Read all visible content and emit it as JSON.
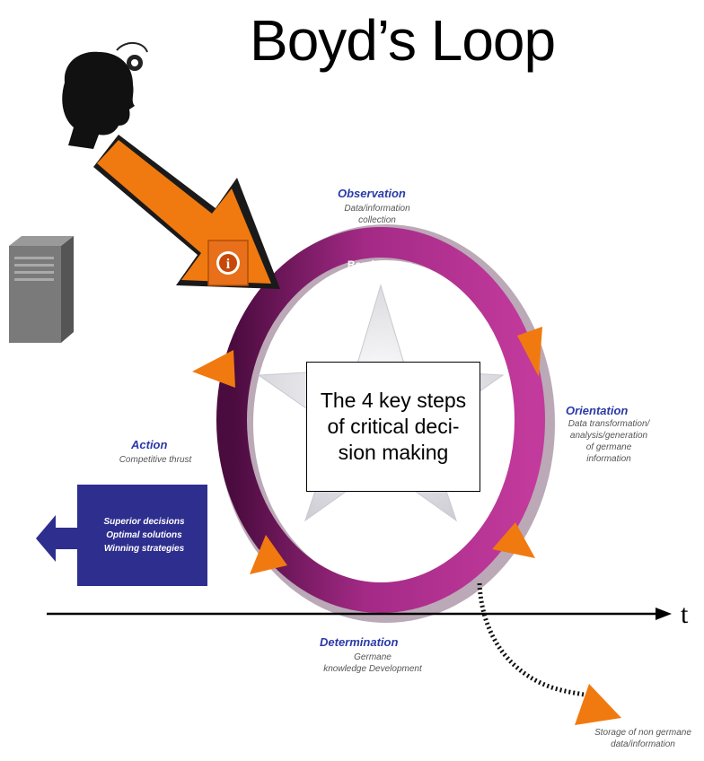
{
  "title": "Boyd’s Loop",
  "loop_label": "Boyd’s Loop",
  "center_text": "The 4 key steps of critical deci-sion making",
  "axis_label": "t",
  "steps": {
    "observation": {
      "heading": "Observation",
      "sub": [
        "Data/information",
        "collection"
      ]
    },
    "orientation": {
      "heading": "Orientation",
      "sub": [
        "Data transformation/",
        "analysis/generation",
        "of germane",
        "information"
      ]
    },
    "determination": {
      "heading": "Determination",
      "sub": [
        "Germane",
        "knowledge Development"
      ]
    },
    "action": {
      "heading": "Action",
      "sub": [
        "Competitive thrust"
      ]
    }
  },
  "action_box": {
    "lines": [
      "Superior decisions",
      "Optimal solutions",
      "Winning strategies"
    ]
  },
  "storage": {
    "lines": [
      "Storage of non germane",
      "data/information"
    ]
  },
  "info_icon_glyph": "i",
  "colors": {
    "loop": "#b0308f",
    "loop_dark": "#5a0f4a",
    "arrow": "#f07a10",
    "heading": "#2a3aa8",
    "action_box": "#2e2e8e"
  }
}
